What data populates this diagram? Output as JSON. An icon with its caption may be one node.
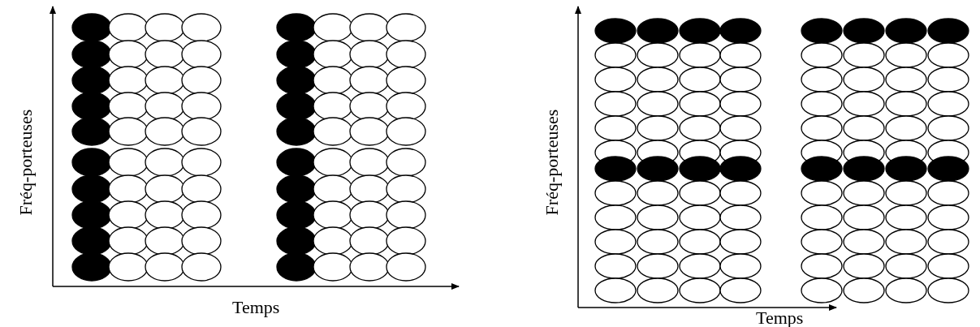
{
  "diagram": {
    "labels": [
      "Fréq-porteuses",
      "Temps",
      "Fréq-porteuses",
      "Temps"
    ]
  }
}
